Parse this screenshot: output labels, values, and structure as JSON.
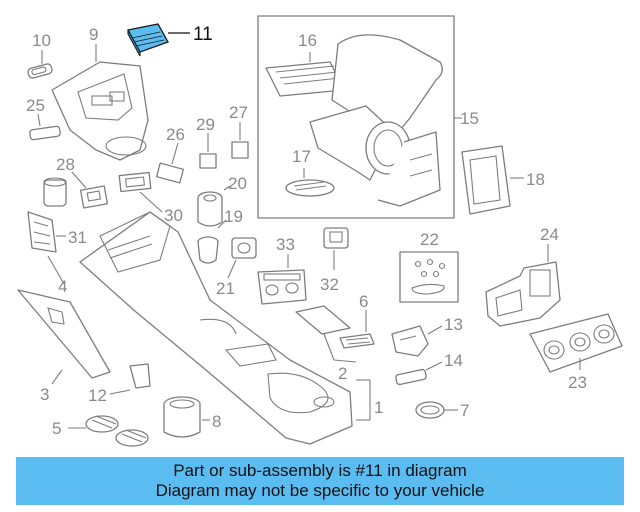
{
  "diagram": {
    "labels": [
      "1",
      "2",
      "3",
      "4",
      "5",
      "6",
      "7",
      "8",
      "9",
      "10",
      "11",
      "12",
      "13",
      "14",
      "15",
      "16",
      "17",
      "18",
      "19",
      "20",
      "21",
      "22",
      "23",
      "24",
      "25",
      "26",
      "27",
      "28",
      "29",
      "30",
      "31",
      "32",
      "33"
    ],
    "highlighted_part": "11",
    "highlight_color": "#5bbcf1",
    "line_color": "#7d7d7d"
  },
  "banner": {
    "line1": "Part or sub-assembly is #11 in diagram",
    "line2": "Diagram may not be specific to your vehicle",
    "background": "#5bbcf1"
  }
}
